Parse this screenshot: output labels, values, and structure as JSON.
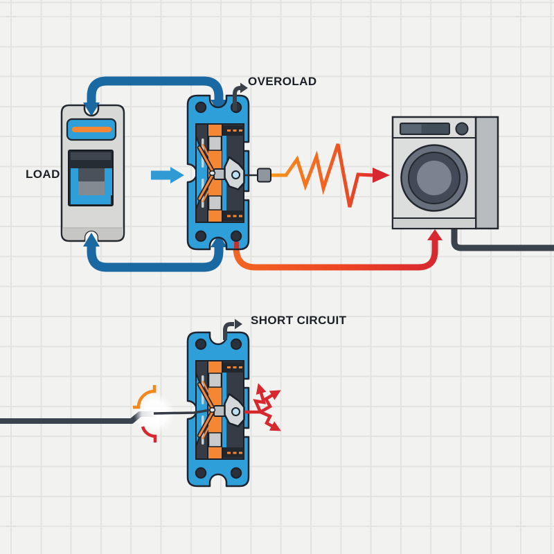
{
  "diagram": {
    "type": "circuit-breaker-explainer",
    "scenarios": [
      "overload",
      "short-circuit"
    ]
  },
  "labels": {
    "load": "LOAD",
    "overload": "OVEROLAD",
    "short_circuit": "SHORT CIRCUIT"
  },
  "components": {
    "breaker": "miniature-circuit-breaker",
    "trip_unit_top": "trip-unit-cutaway-overload",
    "trip_unit_bottom": "trip-unit-cutaway-short-circuit",
    "appliance": "washing-machine",
    "fault_symbol": "overload-current-zigzag",
    "spark_symbol": "short-circuit-spark"
  },
  "colors": {
    "background": "#f2f2f0",
    "grid_line": "#e3e3e1",
    "pipe_blue": "#1a69a2",
    "flow_blue": "#2f9ad3",
    "device_blue": "#2f9fd9",
    "orange": "#f58634",
    "red": "#d7282f",
    "dark_slate": "#39424d",
    "body_gray": "#d8d8d7",
    "outline": "#1d2430"
  }
}
